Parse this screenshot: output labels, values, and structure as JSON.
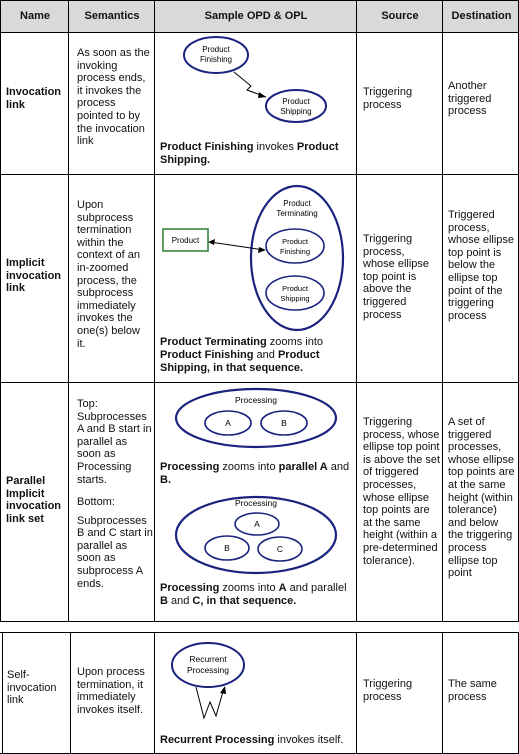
{
  "header": {
    "name": "Name",
    "semantics": "Semantics",
    "sample": "Sample OPD & OPL",
    "source": "Source",
    "destination": "Destination"
  },
  "rows": [
    {
      "name": "Invocation link",
      "semantics": "As soon as the invoking process ends, it invokes the process pointed to by the invocation link",
      "diagram": {
        "from": "Product Finishing",
        "to": "Product Shipping"
      },
      "opl": {
        "a": "Product Finishing",
        "verb": " invokes ",
        "b": "Product Shipping",
        "end": "."
      },
      "source": "Triggering process",
      "destination": "Another triggered process"
    },
    {
      "name": "Implicit invocation link",
      "semantics": "Upon subprocess termination within the context of an in-zoomed process, the subprocess immediately invokes the one(s) below it.",
      "diagram": {
        "object": "Product",
        "outer": "Product Terminating",
        "sub1": "Product Finishing",
        "sub2": "Product Shipping"
      },
      "opl": {
        "a": "Product Terminating",
        "t1": " zooms into ",
        "b": "Product Finishing",
        "t2": " and ",
        "c": "Product Shipping",
        "t3": ", in that sequence."
      },
      "source": "Triggering process, whose ellipse top point is above the triggered process",
      "destination": "Triggered process, whose ellipse top point is below the ellipse top point of the triggering process"
    },
    {
      "name": "Parallel Implicit invocation link set",
      "semantics_top_1": "Top:",
      "semantics_top_2": "Subprocesses A and B start in parallel as soon as Processing starts.",
      "semantics_bottom_1": "Bottom:",
      "semantics_bottom_2": "Subprocesses B and C start in parallel as soon as subprocess A ends.",
      "diagram_top": {
        "outer": "Processing",
        "a": "A",
        "b": "B"
      },
      "opl_top": {
        "a": "Processing",
        "t1": " zooms into ",
        "b": "parallel A",
        "t2": " and ",
        "c": "B",
        "end": "."
      },
      "diagram_bottom": {
        "outer": "Processing",
        "a": "A",
        "b": "B",
        "c": "C"
      },
      "opl_bottom": {
        "a": "Processing",
        "t1": " zooms into ",
        "b": "A",
        "t2": " and parallel ",
        "c": "B",
        "t3": " and ",
        "d": "C",
        "end": ", in that sequence."
      },
      "source": "Triggering process, whose ellipse top point is above the set of triggered processes, whose ellipse top points are at the same height (within a pre-determined tolerance).",
      "destination": "A set of triggered processes, whose ellipse top points are at the same height (within tolerance) and below the triggering process ellipse top point"
    },
    {
      "name": "Self-invocation link",
      "semantics": "Upon process termination, it immediately invokes itself.",
      "diagram": {
        "process": "Recurrent Processing"
      },
      "opl": {
        "a": "Recurrent Processing",
        "verb": " invokes itself."
      },
      "source": "Triggering process",
      "destination": "The same process"
    }
  ]
}
